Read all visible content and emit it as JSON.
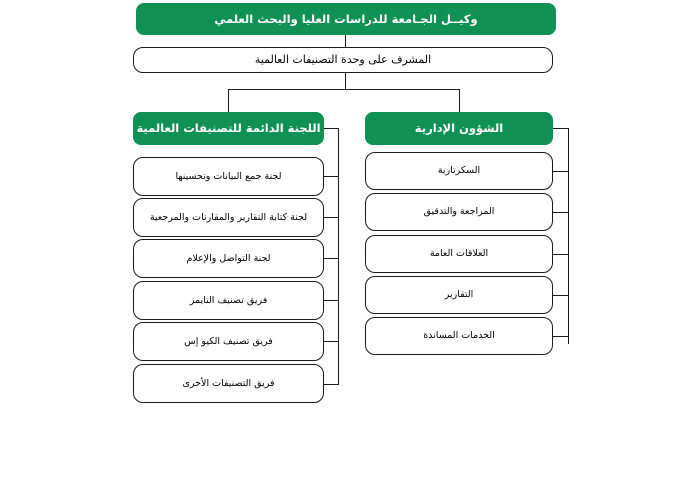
{
  "chart_data": {
    "type": "diagram",
    "title": "وكيــل الجـامعة للدراسات العليا والبحث العلمي",
    "orientation": "rtl",
    "colors": {
      "header_green": "#0E9153",
      "header_text": "#FFFFFF",
      "box_border": "#1A1A1A",
      "box_fill": "#FFFFFF",
      "box_text": "#000000",
      "connector": "#1A1A1A"
    }
  },
  "root": {
    "label": "وكيــل الجـامعة للدراسات العليا والبحث العلمي"
  },
  "supervisor": {
    "label": "المشرف على وحدة التصنيفات العالمية"
  },
  "branches": [
    {
      "id": "permanent-committee",
      "header": "اللجنة الدائمة للتصنيفات العالمية",
      "children": [
        "لجنة جمع البيانات وتحسينها",
        "لجنة كتابة التقارير والمقارنات والمرجعية",
        "لجنة التواصل والإعلام",
        "فريق تصنيف التايمز",
        "فريق تصنيف الكيو إس",
        "فريق التصنيفات الأخرى"
      ]
    },
    {
      "id": "administrative-affairs",
      "header": "الشؤون الإدارية",
      "children": [
        "السكرتارية",
        "المراجعة والتدقيق",
        "العلاقات العامة",
        "التقارير",
        "الخدمات المساندة"
      ]
    }
  ]
}
